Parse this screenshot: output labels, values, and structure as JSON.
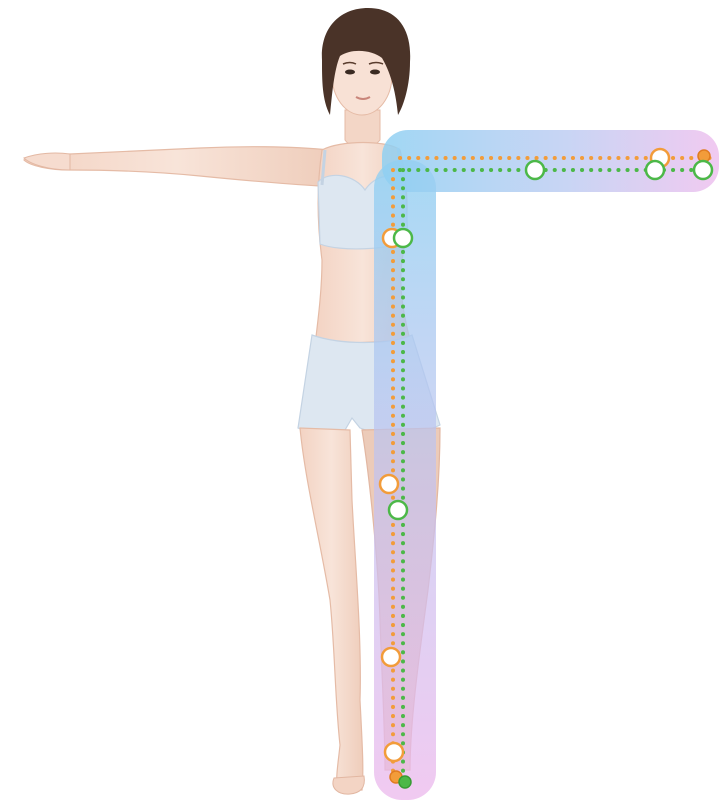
{
  "illustration": {
    "subject": "woman-figure",
    "colors": {
      "background": "#ffffff",
      "skin": "#f7e2d6",
      "skin_shadow": "#ecc7b4",
      "hair": "#4a3328",
      "clothing": "#dde7f1",
      "clothing_shadow": "#c4d3e3",
      "band_blue": "#8fd0f2",
      "band_pink": "#ecb8ec",
      "track_orange": "#f29c3a",
      "track_green": "#4cb848",
      "marker_fill": "#ffffff"
    }
  },
  "overlay": {
    "arm_band": {
      "label": "",
      "markers": [
        {
          "id": "shoulder",
          "color": "green"
        },
        {
          "id": "elbow",
          "color": "green"
        },
        {
          "id": "wrist-orange",
          "color": "orange"
        },
        {
          "id": "wrist-green",
          "color": "green"
        },
        {
          "id": "fingertip-orange",
          "color": "orange",
          "filled": true
        },
        {
          "id": "fingertip-green",
          "color": "green"
        }
      ]
    },
    "leg_band": {
      "label": "",
      "markers": [
        {
          "id": "hip-orange",
          "color": "orange"
        },
        {
          "id": "hip-green",
          "color": "green"
        },
        {
          "id": "knee-orange",
          "color": "orange"
        },
        {
          "id": "knee-green",
          "color": "green"
        },
        {
          "id": "shin-orange",
          "color": "orange"
        },
        {
          "id": "ankle-orange",
          "color": "orange"
        },
        {
          "id": "foot-orange",
          "color": "orange",
          "filled": true
        },
        {
          "id": "foot-green",
          "color": "green",
          "filled": true
        }
      ]
    }
  }
}
